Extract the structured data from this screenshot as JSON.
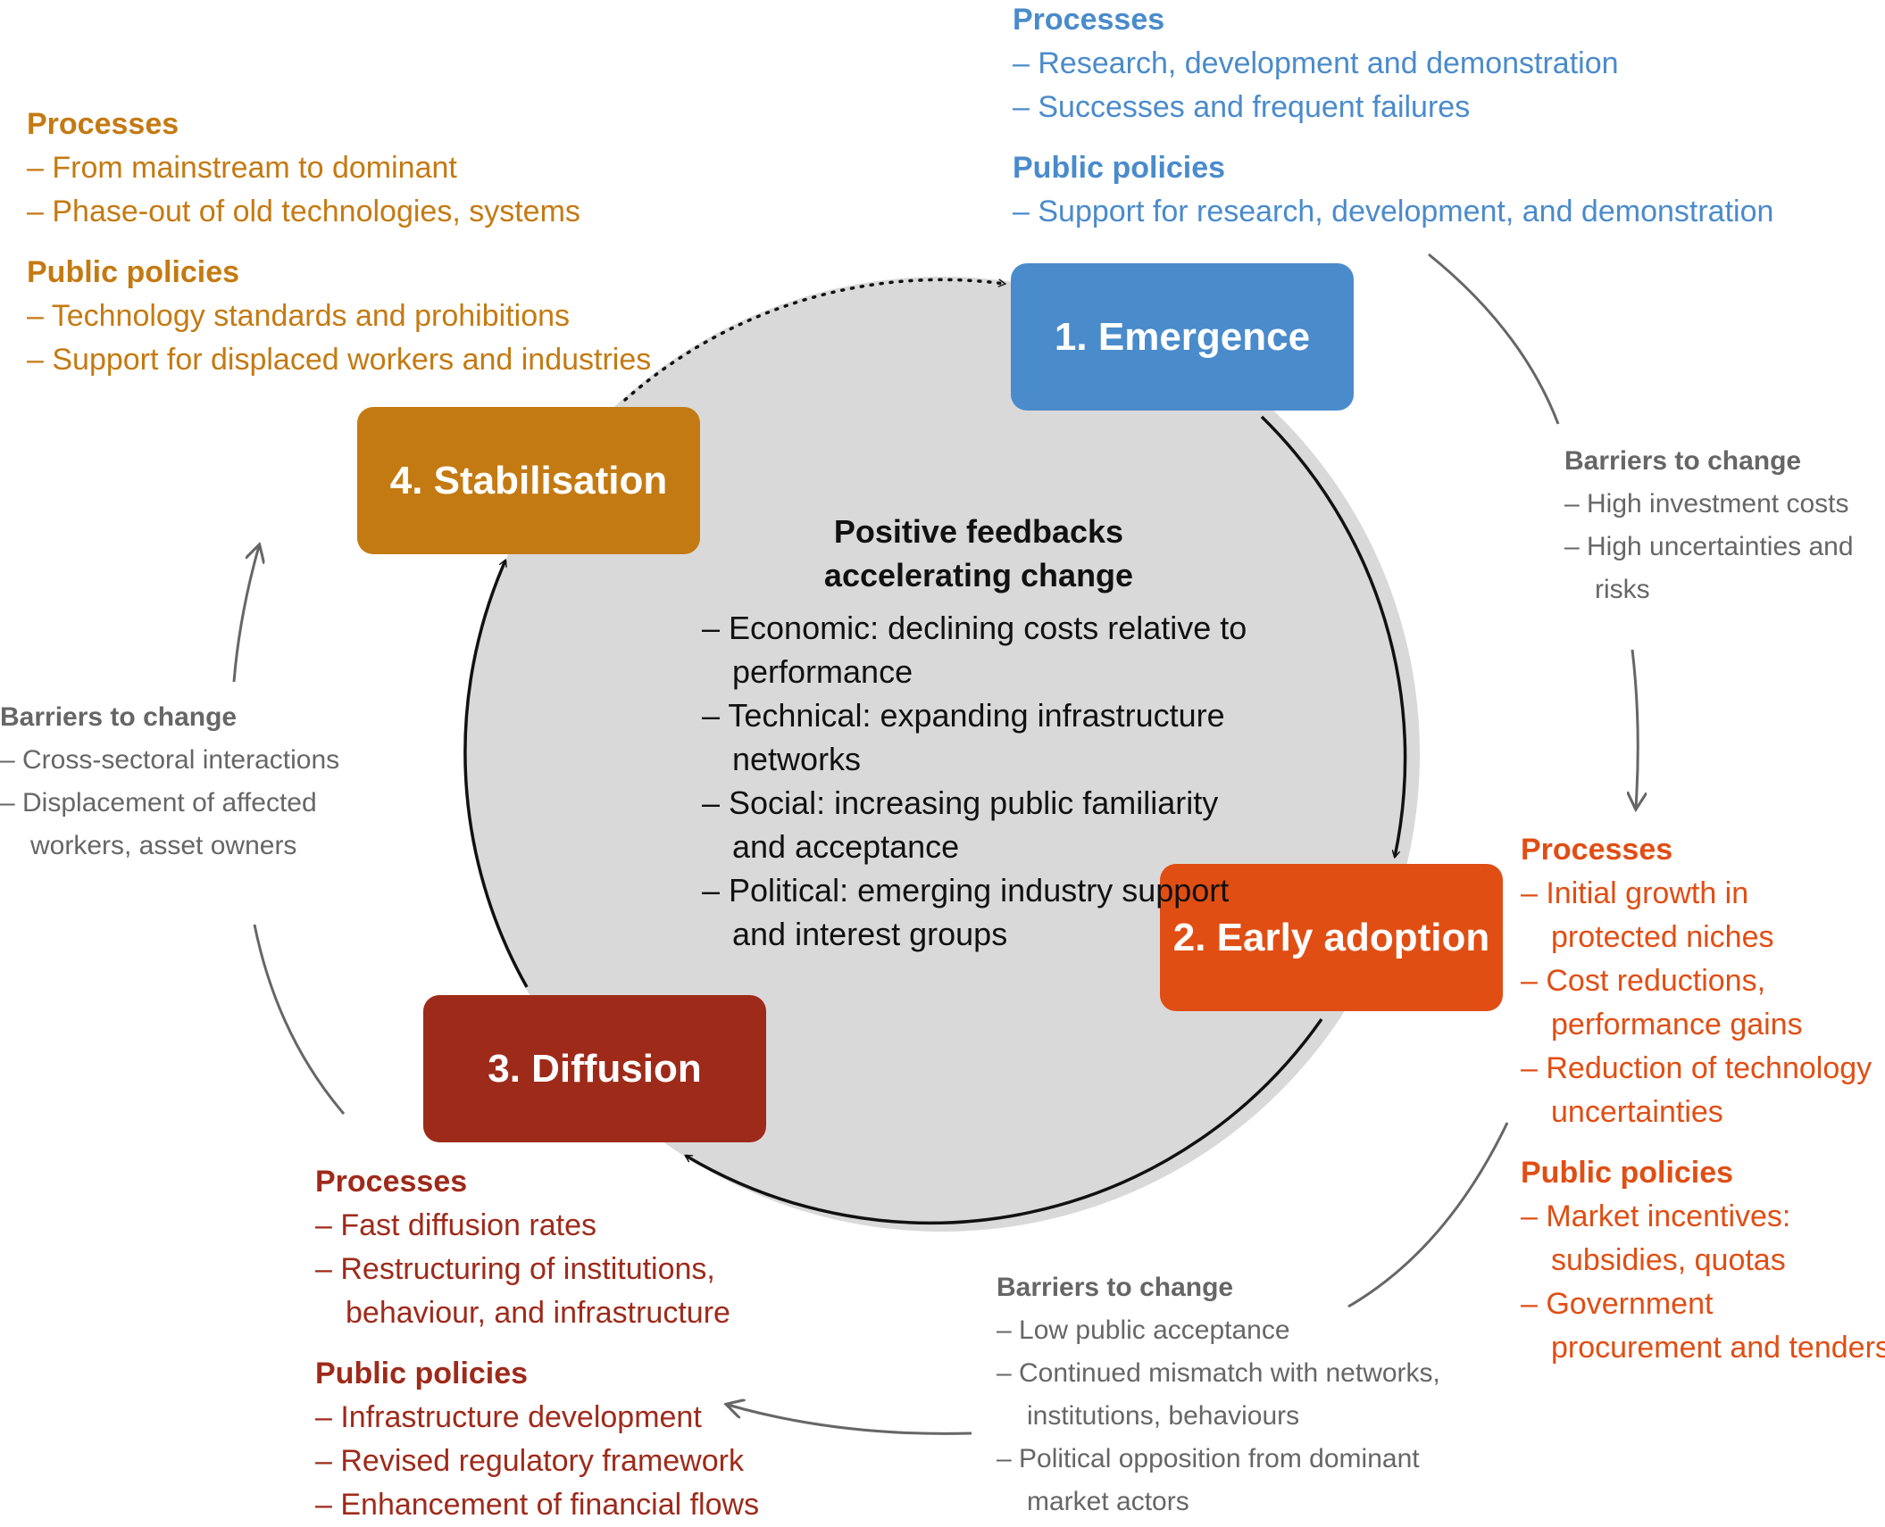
{
  "colors": {
    "emergence": "#4a8bcb",
    "early_adoption": "#e04e14",
    "diffusion": "#9e2a1a",
    "stabilisation": "#c47a12",
    "circle_fill": "#d9d9d9",
    "barrier_text": "#666666"
  },
  "stages": {
    "emergence": "1. Emergence",
    "early_adoption": "2. Early adoption",
    "diffusion": "3. Diffusion",
    "stabilisation": "4. Stabilisation"
  },
  "center": {
    "title_line1": "Positive feedbacks",
    "title_line2": "accelerating change",
    "items": [
      "– Economic: declining costs relative to performance",
      "– Technical: expanding infrastructure networks",
      "– Social: increasing public familiarity and acceptance",
      "– Political: emerging industry support and interest groups"
    ]
  },
  "emergence_notes": {
    "processes_heading": "Processes",
    "processes": [
      "– Research, development and demonstration",
      "– Successes and frequent failures"
    ],
    "policies_heading": "Public policies",
    "policies": [
      "– Support for research, development, and demonstration"
    ]
  },
  "stabilisation_notes": {
    "processes_heading": "Processes",
    "processes": [
      "– From mainstream to dominant",
      "– Phase-out of old technologies, systems"
    ],
    "policies_heading": "Public policies",
    "policies": [
      "– Technology standards and prohibitions",
      "– Support for displaced workers and industries"
    ]
  },
  "early_adoption_notes": {
    "processes_heading": "Processes",
    "processes": [
      "– Initial growth in protected niches",
      "– Cost reductions, performance gains",
      "– Reduction of technology uncertainties"
    ],
    "policies_heading": "Public policies",
    "policies": [
      "– Market incentives: subsidies, quotas",
      "– Government procurement and tenders"
    ]
  },
  "diffusion_notes": {
    "processes_heading": "Processes",
    "processes": [
      "– Fast diffusion rates",
      "– Restructuring of institutions, behaviour, and infrastructure"
    ],
    "policies_heading": "Public policies",
    "policies": [
      "– Infrastructure development",
      "– Revised regulatory framework",
      "– Enhancement of financial flows"
    ]
  },
  "barriers_right": {
    "heading": "Barriers to change",
    "items": [
      "– High investment costs",
      "– High uncertainties and risks"
    ]
  },
  "barriers_bottom": {
    "heading": "Barriers to change",
    "items": [
      "– Low public acceptance",
      "– Continued mismatch with networks, institutions, behaviours",
      "– Political opposition from dominant market actors"
    ]
  },
  "barriers_left": {
    "heading": "Barriers to change",
    "items": [
      "– Cross-sectoral interactions",
      "– Displacement of affected workers, asset owners"
    ]
  }
}
